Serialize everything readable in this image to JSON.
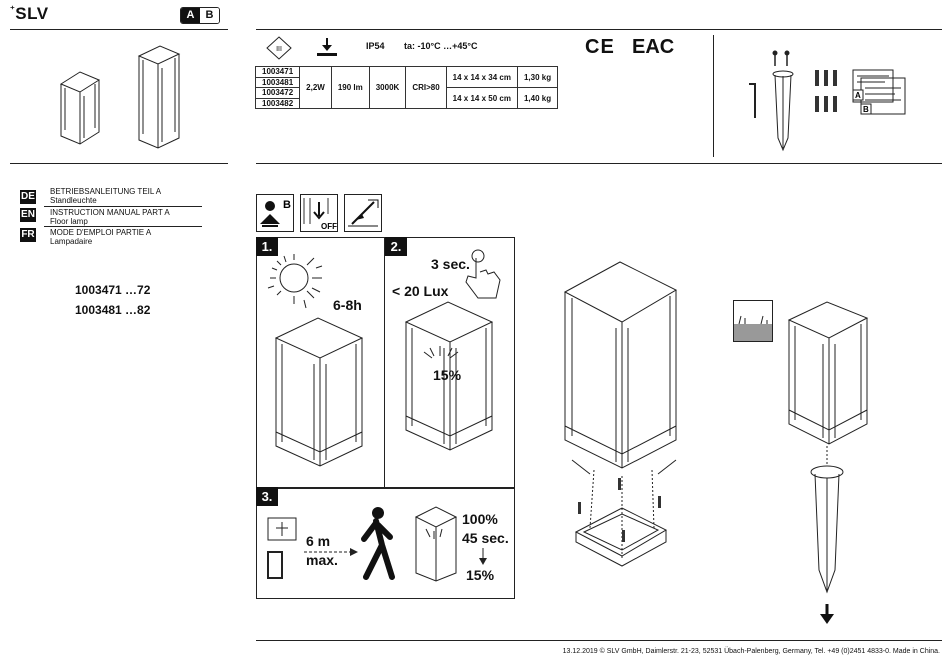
{
  "header": {
    "brand": "SLV",
    "tab_a": "A",
    "tab_b": "B"
  },
  "specs": {
    "protection": "IP54",
    "temperature": "ta: -10°C …+45°C",
    "rows": [
      {
        "articles": [
          "1003471",
          "1003481"
        ],
        "dimensions": "14 x 14 x 34 cm",
        "weight": "1,30 kg"
      },
      {
        "articles": [
          "1003472",
          "1003482"
        ],
        "dimensions": "14 x 14 x 50 cm",
        "weight": "1,40 kg"
      }
    ],
    "power": "2,2W",
    "lumen": "190 lm",
    "color_temp": "3000K",
    "cri": "CRI>80"
  },
  "certifications": {
    "ce": "CE",
    "eac": "EAC"
  },
  "kit_labels": {
    "a": "A",
    "b": "B"
  },
  "languages": [
    {
      "code": "DE",
      "title": "BETRIEBSANLEITUNG TEIL A",
      "subtitle": "Standleuchte"
    },
    {
      "code": "EN",
      "title": "INSTRUCTION MANUAL PART A",
      "subtitle": "Floor lamp"
    },
    {
      "code": "FR",
      "title": "MODE D'EMPLOI PARTIE A",
      "subtitle": "Lampadaire"
    }
  ],
  "articles": [
    "1003471 …72",
    "1003481 …82"
  ],
  "safety_icons": {
    "b_label": "B",
    "off_label": "OFF"
  },
  "steps": {
    "s1": {
      "num": "1.",
      "duration": "6-8h"
    },
    "s2": {
      "num": "2.",
      "press": "3 sec.",
      "lux": "< 20 Lux",
      "level": "15%"
    },
    "s3": {
      "num": "3.",
      "distance": "6 m",
      "distance_note": "max.",
      "bright": "100%",
      "time": "45 sec.",
      "dim": "15%"
    }
  },
  "footer": "13.12.2019  © SLV GmbH, Daimlerstr. 21-23, 52531 Übach-Palenberg, Germany, Tel. +49 (0)2451 4833-0. Made in China."
}
